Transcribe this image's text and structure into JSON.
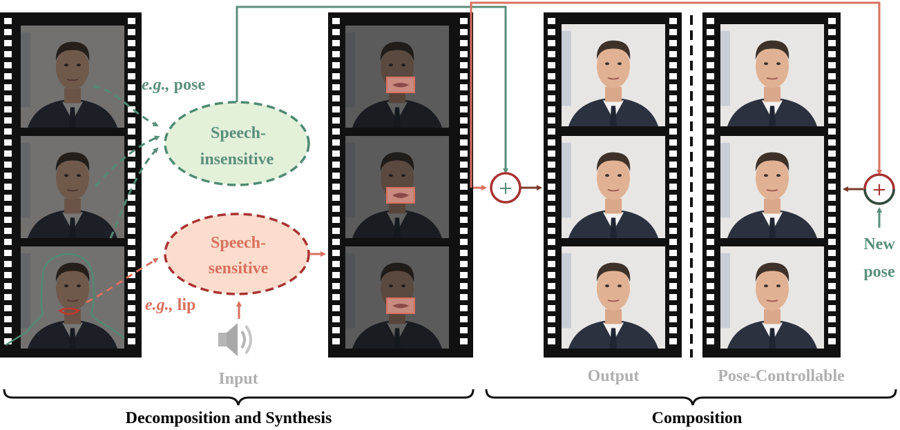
{
  "labels": {
    "eg_pose_prefix": "e.g.,",
    "eg_pose_word": " pose",
    "speech_insensitive_l1": "Speech-",
    "speech_insensitive_l2": "insensitive",
    "speech_sensitive_l1": "Speech-",
    "speech_sensitive_l2": "sensitive",
    "eg_lip_prefix": "e.g.,",
    "eg_lip_word": " lip",
    "input": "Input",
    "output": "Output",
    "pose_controllable": "Pose-Controllable",
    "new_pose_l1": "New",
    "new_pose_l2": "pose",
    "plus": "+",
    "section_decomposition": "Decomposition and Synthesis",
    "section_composition": "Composition"
  },
  "icons": {
    "speaker": "speaker-icon",
    "plus_node": "plus-circle-icon",
    "film_strip": "film-strip-icon"
  },
  "colors": {
    "green": "#5a8f7b",
    "red": "#d9705e",
    "dark_red": "#a83232",
    "insensitive_fill": "#e3f0da",
    "sensitive_fill": "#fbdccd",
    "caption_gray": "#b0b0b0",
    "film": "#111111"
  }
}
